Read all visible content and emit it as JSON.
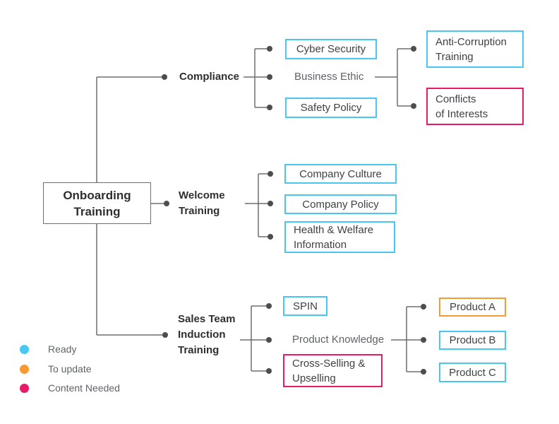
{
  "colors": {
    "ready": "#49c7f3",
    "to_update": "#f79a31",
    "content_needed": "#eb1a68",
    "connector": "#6e6e6e",
    "dot": "#4d4d4d"
  },
  "root": {
    "label": "Onboarding Training",
    "lines": [
      "Onboarding",
      "Training"
    ]
  },
  "branches": [
    {
      "label": "Compliance",
      "children": [
        {
          "label": "Cyber Security",
          "status": "ready"
        },
        {
          "label": "Business Ethic",
          "status": "plain",
          "children": [
            {
              "label": "Anti-Corruption Training",
              "lines": [
                "Anti-Corruption",
                "Training"
              ],
              "status": "ready"
            },
            {
              "label": "Conflicts of Interests",
              "lines": [
                "Conflicts",
                "of Interests"
              ],
              "status": "content_needed"
            }
          ]
        },
        {
          "label": "Safety Policy",
          "status": "ready"
        }
      ]
    },
    {
      "label": "Welcome Training",
      "lines": [
        "Welcome",
        "Training"
      ],
      "children": [
        {
          "label": "Company Culture",
          "status": "ready"
        },
        {
          "label": "Company Policy",
          "status": "ready"
        },
        {
          "label": "Health & Welfare Information",
          "lines": [
            "Health & Welfare",
            "Information"
          ],
          "status": "ready"
        }
      ]
    },
    {
      "label": "Sales Team Induction Training",
      "lines": [
        "Sales Team",
        "Induction",
        "Training"
      ],
      "children": [
        {
          "label": "SPIN",
          "status": "ready"
        },
        {
          "label": "Product Knowledge",
          "status": "plain",
          "children": [
            {
              "label": "Product A",
              "status": "to_update"
            },
            {
              "label": "Product B",
              "status": "ready"
            },
            {
              "label": "Product C",
              "status": "ready"
            }
          ]
        },
        {
          "label": "Cross-Selling & Upselling",
          "lines": [
            "Cross-Selling &",
            "Upselling"
          ],
          "status": "content_needed"
        }
      ]
    }
  ],
  "legend": [
    {
      "label": "Ready",
      "status": "ready",
      "color": "#49c7f3"
    },
    {
      "label": "To update",
      "status": "to_update",
      "color": "#f79a31"
    },
    {
      "label": "Content Needed",
      "status": "content_needed",
      "color": "#eb1a68"
    }
  ]
}
